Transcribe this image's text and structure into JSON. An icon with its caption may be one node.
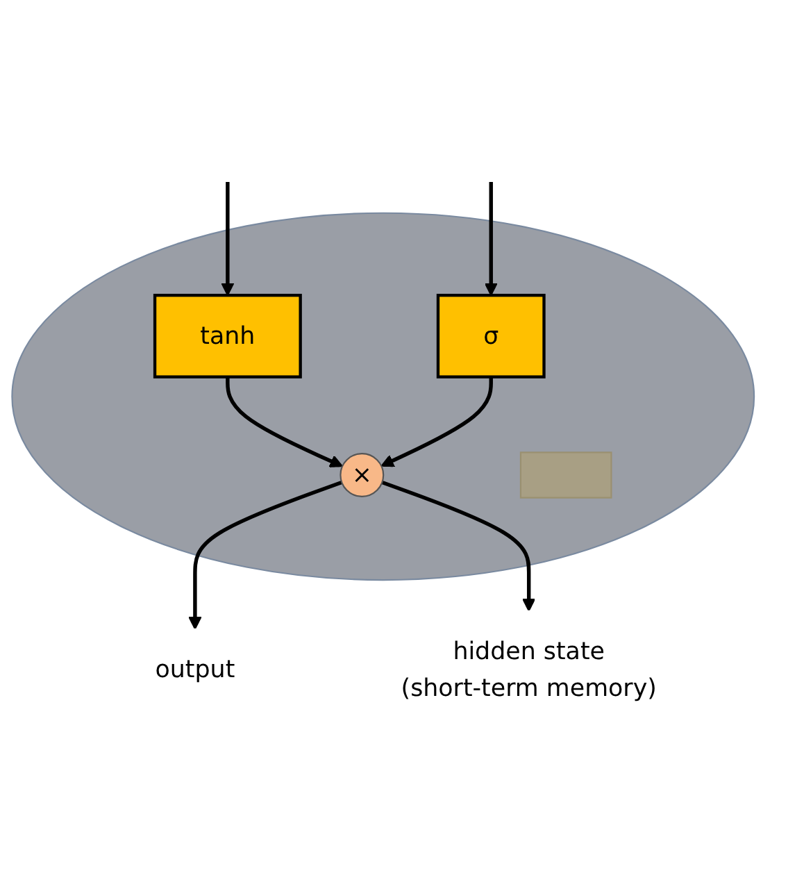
{
  "diagram": {
    "nodes": [
      {
        "text": [],
        "shape": "circle"
      },
      {
        "text": [
          "output"
        ]
      },
      {
        "text": [
          "tanh"
        ],
        "in": 0
      },
      {
        "text": [
          "×"
        ],
        "in": 0
      },
      {
        "text": [],
        "shape": "box",
        "in": 0
      },
      {
        "text": [
          "σ"
        ],
        "in": 0
      },
      {
        "text": [
          "hidden state",
          "(short-term memory)"
        ]
      }
    ],
    "edges": [
      {
        "from": null,
        "to": 2,
        "arrow": "to"
      },
      {
        "from": 2,
        "to": 3,
        "arrow": "to"
      },
      {
        "from": 5,
        "to": 3,
        "arrow": "to"
      },
      {
        "from": null,
        "to": 5,
        "arrow": "to"
      },
      {
        "from": 3,
        "to": 1,
        "arrow": "to"
      },
      {
        "from": 3,
        "to": 6,
        "arrow": "to"
      }
    ]
  }
}
